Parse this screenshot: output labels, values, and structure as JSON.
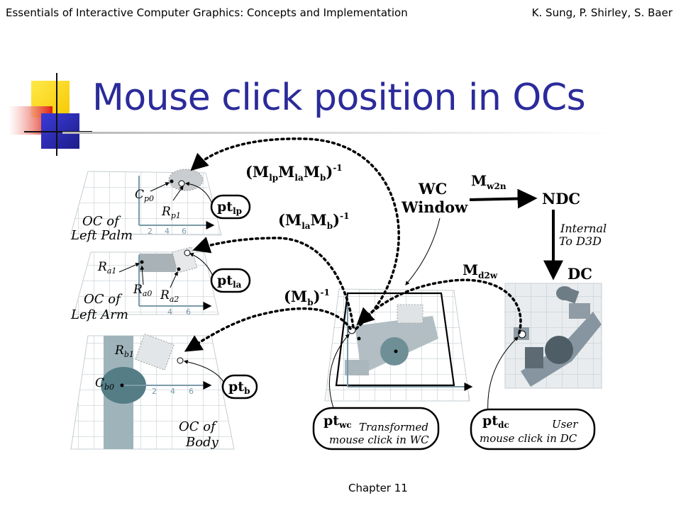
{
  "header": {
    "book_title": "Essentials of Interactive Computer Graphics: Concepts and Implementation",
    "authors": "K. Sung, P. Shirley, S. Baer"
  },
  "slide": {
    "title": "Mouse click position in OCs",
    "footer": "Chapter 11"
  },
  "diagram": {
    "palm": {
      "cp": "C",
      "cp_sub": "p0",
      "rp": "R",
      "rp_sub": "p1",
      "oc_line1": "OC of",
      "oc_line2": "Left Palm",
      "pt": "pt",
      "pt_sub": "lp"
    },
    "arm": {
      "ra1": "R",
      "ra1_sub": "a1",
      "ra0": "R",
      "ra0_sub": "a0",
      "ra2": "R",
      "ra2_sub": "a2",
      "oc_line1": "OC of",
      "oc_line2": "Left Arm",
      "pt": "pt",
      "pt_sub": "la"
    },
    "body": {
      "rb": "R",
      "rb_sub": "b1",
      "cb": "C",
      "cb_sub": "b0",
      "oc_line1": "OC of",
      "oc_line2": "Body",
      "pt": "pt",
      "pt_sub": "b"
    },
    "ticks": [
      "2",
      "4",
      "6"
    ],
    "matrix_lp": {
      "m1": "(M",
      "s1": "lp",
      "m2": "M",
      "s2": "la",
      "m3": "M",
      "s3": "b",
      "close": ")",
      "exp": "-1"
    },
    "matrix_la": {
      "m1": "(M",
      "s1": "la",
      "m2": "M",
      "s2": "b",
      "close": ")",
      "exp": "-1"
    },
    "matrix_b": {
      "m1": "(M",
      "s1": "b",
      "close": ")",
      "exp": "-1"
    },
    "wc_window_line1": "WC",
    "wc_window_line2": "Window",
    "mw2n": "M",
    "mw2n_sub": "w2n",
    "ndc": "NDC",
    "internal_line1": "Internal",
    "internal_line2": "To D3D",
    "md2w": "M",
    "md2w_sub": "d2w",
    "dc": "DC",
    "ptwc": {
      "pt": "pt",
      "sub": "wc",
      "line1": "Transformed",
      "line2": "mouse click in WC"
    },
    "ptdc": {
      "pt": "pt",
      "sub": "dc",
      "line1": "User",
      "line2": "mouse click in DC"
    }
  }
}
